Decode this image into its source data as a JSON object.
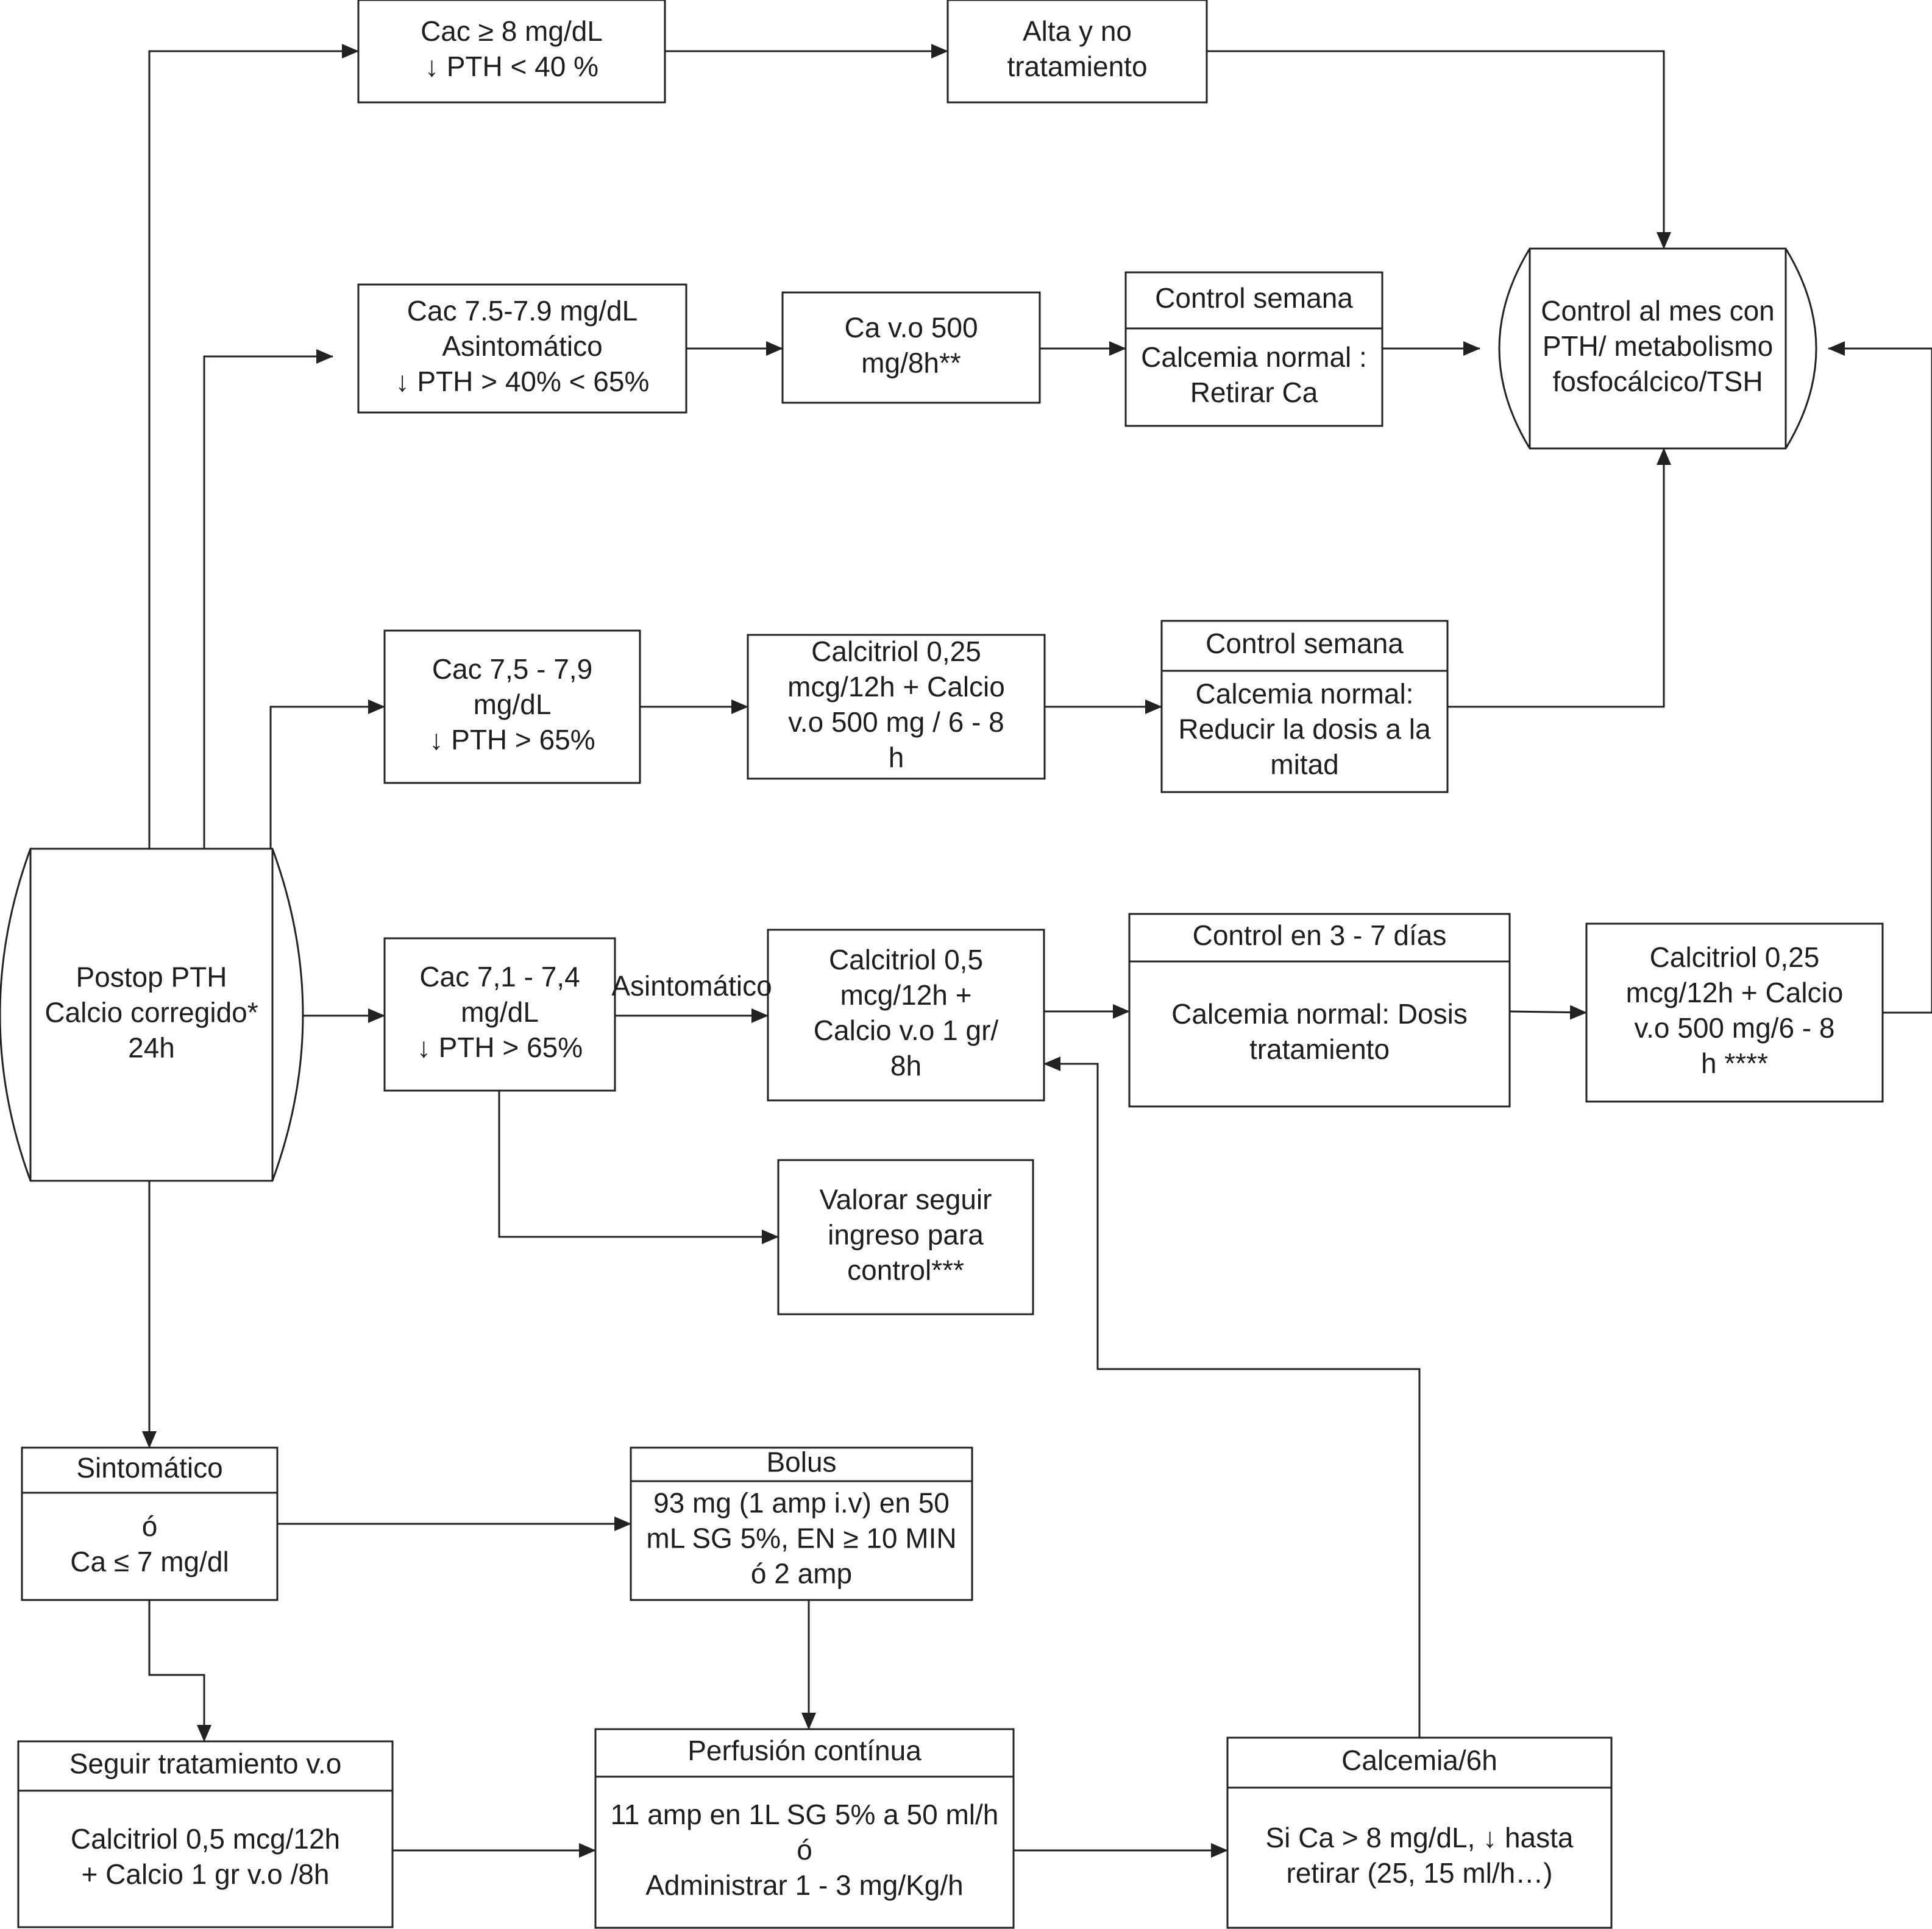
{
  "nodes": {
    "start": {
      "lines": [
        "Postop PTH",
        "Calcio corregido*",
        "24h"
      ]
    },
    "b1": {
      "lines": [
        "Cac ≥ 8 mg/dL",
        "↓ PTH < 40 %"
      ]
    },
    "b1b": {
      "lines": [
        "Alta y no",
        "tratamiento"
      ]
    },
    "end": {
      "lines": [
        "Control al mes con",
        "PTH/ metabolismo",
        "fosfocálcico/TSH"
      ]
    },
    "b2": {
      "lines": [
        "Cac 7.5-7.9 mg/dL",
        "Asintomático",
        "↓ PTH > 40% < 65%"
      ]
    },
    "b2b": {
      "lines": [
        "Ca v.o 500",
        "mg/8h**"
      ]
    },
    "b2c": {
      "header": "Control semana",
      "lines": [
        "Calcemia normal :",
        "Retirar Ca"
      ]
    },
    "b3": {
      "lines": [
        "Cac 7,5 - 7,9",
        "mg/dL",
        "↓ PTH > 65%"
      ]
    },
    "b3b": {
      "lines": [
        "Calcitriol 0,25",
        "mcg/12h + Calcio",
        "v.o 500 mg / 6 - 8",
        "h"
      ]
    },
    "b3c": {
      "header": "Control semana",
      "lines": [
        "Calcemia normal:",
        "Reducir la dosis a la",
        "mitad"
      ]
    },
    "b4": {
      "lines": [
        "Cac 7,1 - 7,4",
        "mg/dL",
        "↓ PTH > 65%"
      ]
    },
    "b4b": {
      "lines": [
        "Calcitriol 0,5",
        "mcg/12h +",
        "Calcio v.o 1 gr/",
        "8h"
      ]
    },
    "b4c": {
      "header": "Control en 3 - 7 días",
      "lines": [
        "Calcemia normal: Dosis",
        "tratamiento"
      ]
    },
    "b4d": {
      "lines": [
        "Calcitriol 0,25",
        "mcg/12h + Calcio",
        "v.o 500 mg/6 - 8",
        "h ****"
      ]
    },
    "b4e": {
      "lines": [
        "Valorar seguir",
        "ingreso para",
        "control***"
      ]
    },
    "s1": {
      "header": "Sintomático",
      "lines": [
        "ó",
        "Ca ≤ 7 mg/dl"
      ]
    },
    "s2": {
      "header": "Bolus",
      "lines": [
        "93 mg (1 amp i.v) en 50",
        "mL SG 5%, EN ≥ 10 MIN",
        "ó 2 amp"
      ]
    },
    "s3": {
      "header": "Seguir tratamiento v.o",
      "lines": [
        "Calcitriol 0,5 mcg/12h",
        "+ Calcio 1 gr v.o /8h"
      ]
    },
    "s4": {
      "header": "Perfusión contínua",
      "lines": [
        "11 amp en 1L SG 5% a 50 ml/h",
        "ó",
        "Administrar 1 - 3 mg/Kg/h"
      ]
    },
    "s5": {
      "header": "Calcemia/6h",
      "lines": [
        "Si Ca > 8 mg/dL, ↓ hasta",
        "retirar (25, 15 ml/h…)"
      ]
    }
  },
  "edge_labels": {
    "asintomatico": "Asintomático"
  }
}
